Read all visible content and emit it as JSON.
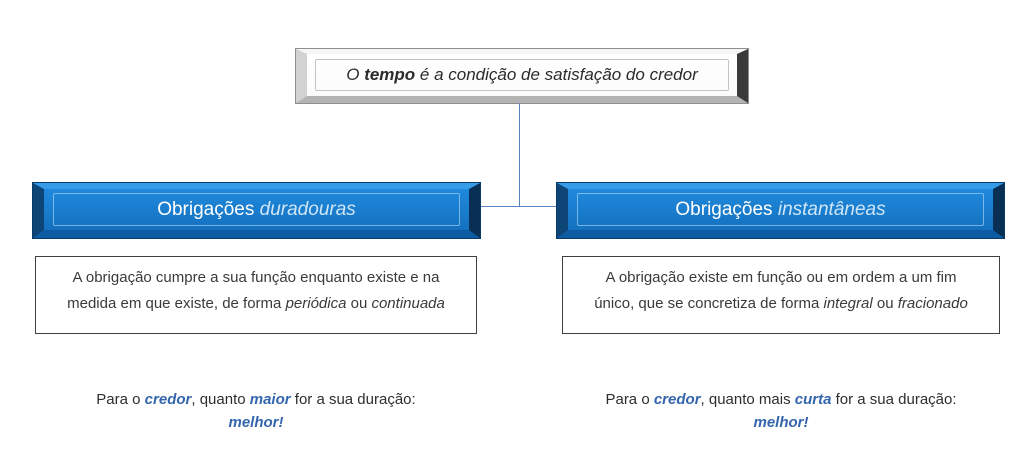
{
  "colors": {
    "header_face_blue": "#1377C8",
    "header_bevel_light": "#359CE8",
    "header_bevel_dark": "#0A3A66",
    "emphasis_text_blue": "#3465AD",
    "header_italic_light_blue": "#CFE6F8",
    "connector_blue": "#5A85C4",
    "body_text": "#3A3A3A"
  },
  "title": {
    "segments": [
      {
        "t": "O ",
        "i": true
      },
      {
        "t": "tempo",
        "i": true,
        "b": true
      },
      {
        "t": " é a condição de satisfação do credor",
        "i": true
      }
    ]
  },
  "left_branch": {
    "header": [
      {
        "t": "Obrigações "
      },
      {
        "t": "duradouras",
        "i": true,
        "c": "light"
      }
    ],
    "body_lines": [
      [
        {
          "t": "A obrigação cumpre a sua função enquanto existe e na"
        }
      ],
      [
        {
          "t": "medida em que existe, de forma "
        },
        {
          "t": "periódica",
          "i": true
        },
        {
          "t": " ou "
        },
        {
          "t": "continuada",
          "i": true
        }
      ]
    ],
    "footer_lines": [
      [
        {
          "t": "Para o "
        },
        {
          "t": "credor",
          "b": true,
          "i": true,
          "c": "blue"
        },
        {
          "t": ", quanto "
        },
        {
          "t": "maior",
          "b": true,
          "i": true,
          "c": "blue"
        },
        {
          "t": " for a sua duração:"
        }
      ],
      [
        {
          "t": "melhor!",
          "b": true,
          "i": true,
          "c": "blue"
        }
      ]
    ]
  },
  "right_branch": {
    "header": [
      {
        "t": "Obrigações "
      },
      {
        "t": "instantâneas",
        "i": true,
        "c": "light"
      }
    ],
    "body_lines": [
      [
        {
          "t": "A obrigação existe em função ou em ordem a um fim"
        }
      ],
      [
        {
          "t": "único, que se concretiza de forma "
        },
        {
          "t": "integral",
          "i": true
        },
        {
          "t": " ou "
        },
        {
          "t": "fracionado",
          "i": true
        }
      ]
    ],
    "footer_lines": [
      [
        {
          "t": "Para o "
        },
        {
          "t": "credor",
          "b": true,
          "i": true,
          "c": "blue"
        },
        {
          "t": ", quanto mais "
        },
        {
          "t": "curta",
          "b": true,
          "i": true,
          "c": "blue"
        },
        {
          "t": " for a sua duração:"
        }
      ],
      [
        {
          "t": "melhor!",
          "b": true,
          "i": true,
          "c": "blue"
        }
      ]
    ]
  }
}
